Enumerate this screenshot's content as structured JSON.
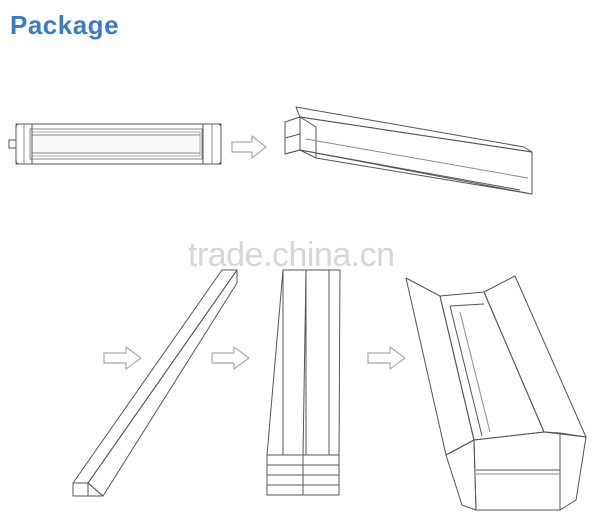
{
  "header": {
    "title": "Package"
  },
  "watermark": {
    "text": "trade.china.cn"
  },
  "colors": {
    "title": "#3a7cc0",
    "line": "#555555",
    "arrow": "#aaaaaa",
    "watermark": "#d6d6d6"
  },
  "steps": [
    {
      "id": "luminaire",
      "icon": "led-fixture-icon"
    },
    {
      "id": "single-carton",
      "icon": "open-carton-icon"
    },
    {
      "id": "long-box",
      "icon": "long-box-icon"
    },
    {
      "id": "box-stack",
      "icon": "stacked-boxes-icon"
    },
    {
      "id": "master-carton",
      "icon": "master-carton-icon"
    }
  ]
}
